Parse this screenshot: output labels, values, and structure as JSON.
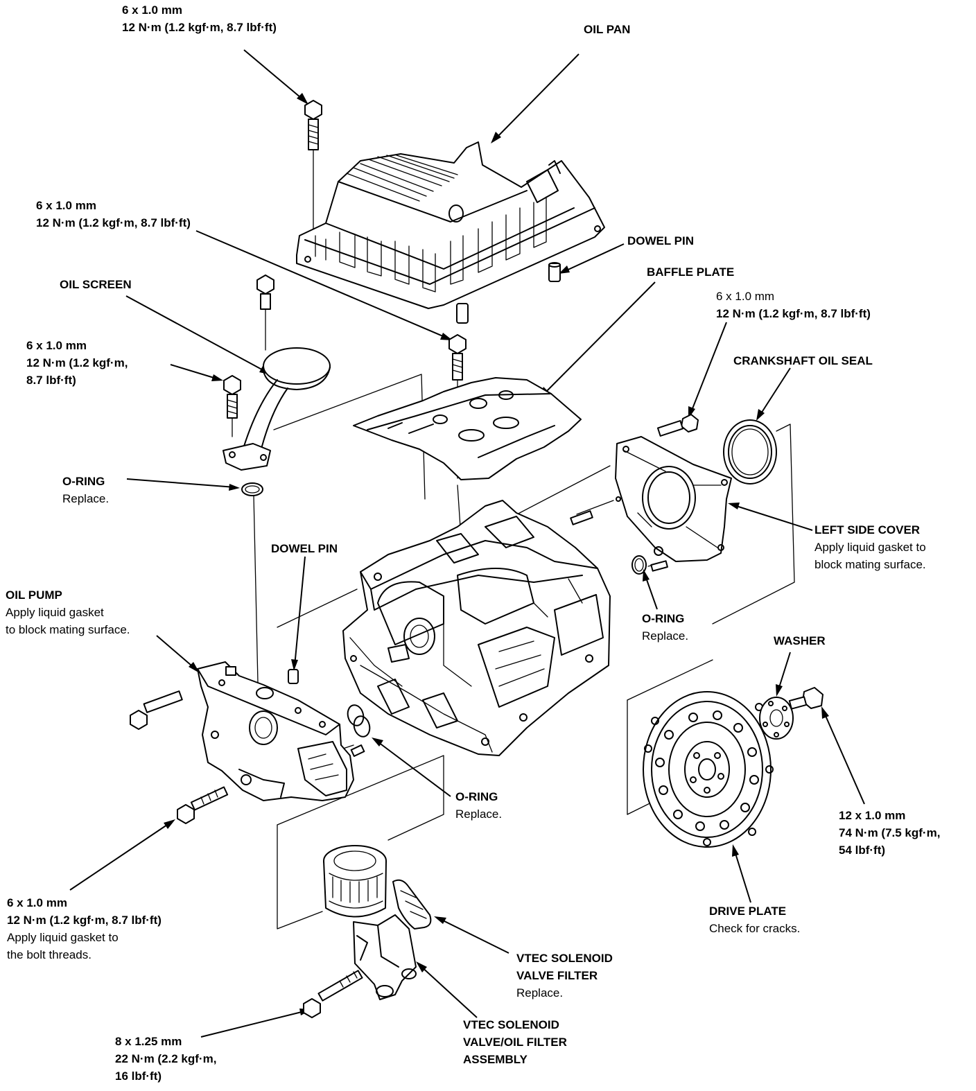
{
  "labels": {
    "bolt_top": {
      "line1": "6 x 1.0 mm",
      "line2": "12 N·m (1.2 kgf·m, 8.7 lbf·ft)"
    },
    "oil_pan": {
      "name": "OIL PAN"
    },
    "bolt_mid": {
      "line1": "6 x 1.0 mm",
      "line2": "12 N·m (1.2 kgf·m, 8.7 lbf·ft)"
    },
    "dowel_pin_upper": {
      "name": "DOWEL PIN"
    },
    "oil_screen": {
      "name": "OIL SCREEN"
    },
    "baffle_plate": {
      "name": "BAFFLE PLATE"
    },
    "bolt_left_cover": {
      "line1": "6 x 1.0 mm",
      "line2": "12 N·m (1.2 kgf·m, 8.7 lbf·ft)"
    },
    "bolt_oil_screen": {
      "line1": "6 x 1.0 mm",
      "line2": "12 N·m (1.2 kgf·m,",
      "line3": "8.7 lbf·ft)"
    },
    "crankshaft_oil_seal": {
      "name": "CRANKSHAFT OIL SEAL"
    },
    "o_ring_screen": {
      "name": "O-RING",
      "note": "Replace."
    },
    "left_side_cover": {
      "name": "LEFT SIDE COVER",
      "note1": "Apply liquid gasket to",
      "note2": "block mating surface."
    },
    "dowel_pin_lower": {
      "name": "DOWEL PIN"
    },
    "oil_pump": {
      "name": "OIL PUMP",
      "note1": "Apply liquid gasket",
      "note2": "to block mating surface."
    },
    "o_ring_cover": {
      "name": "O-RING",
      "note": "Replace."
    },
    "washer": {
      "name": "WASHER"
    },
    "o_ring_pump": {
      "name": "O-RING",
      "note": "Replace."
    },
    "bolt_drive_plate": {
      "line1": "12 x 1.0 mm",
      "line2": "74 N·m (7.5 kgf·m,",
      "line3": "54 lbf·ft)"
    },
    "bolt_pump": {
      "line1": "6 x 1.0 mm",
      "line2": "12 N·m (1.2 kgf·m, 8.7 lbf·ft)",
      "line3": "Apply liquid gasket to",
      "line4": "the bolt threads."
    },
    "drive_plate": {
      "name": "DRIVE PLATE",
      "note": "Check for cracks."
    },
    "vtec_filter": {
      "line1": "VTEC SOLENOID",
      "line2": "VALVE FILTER",
      "note": "Replace."
    },
    "vtec_assembly": {
      "line1": "VTEC SOLENOID",
      "line2": "VALVE/OIL FILTER",
      "line3": "ASSEMBLY"
    },
    "bolt_filter": {
      "line1": "8 x 1.25 mm",
      "line2": "22 N·m (2.2 kgf·m,",
      "line3": "16 lbf·ft)"
    }
  }
}
